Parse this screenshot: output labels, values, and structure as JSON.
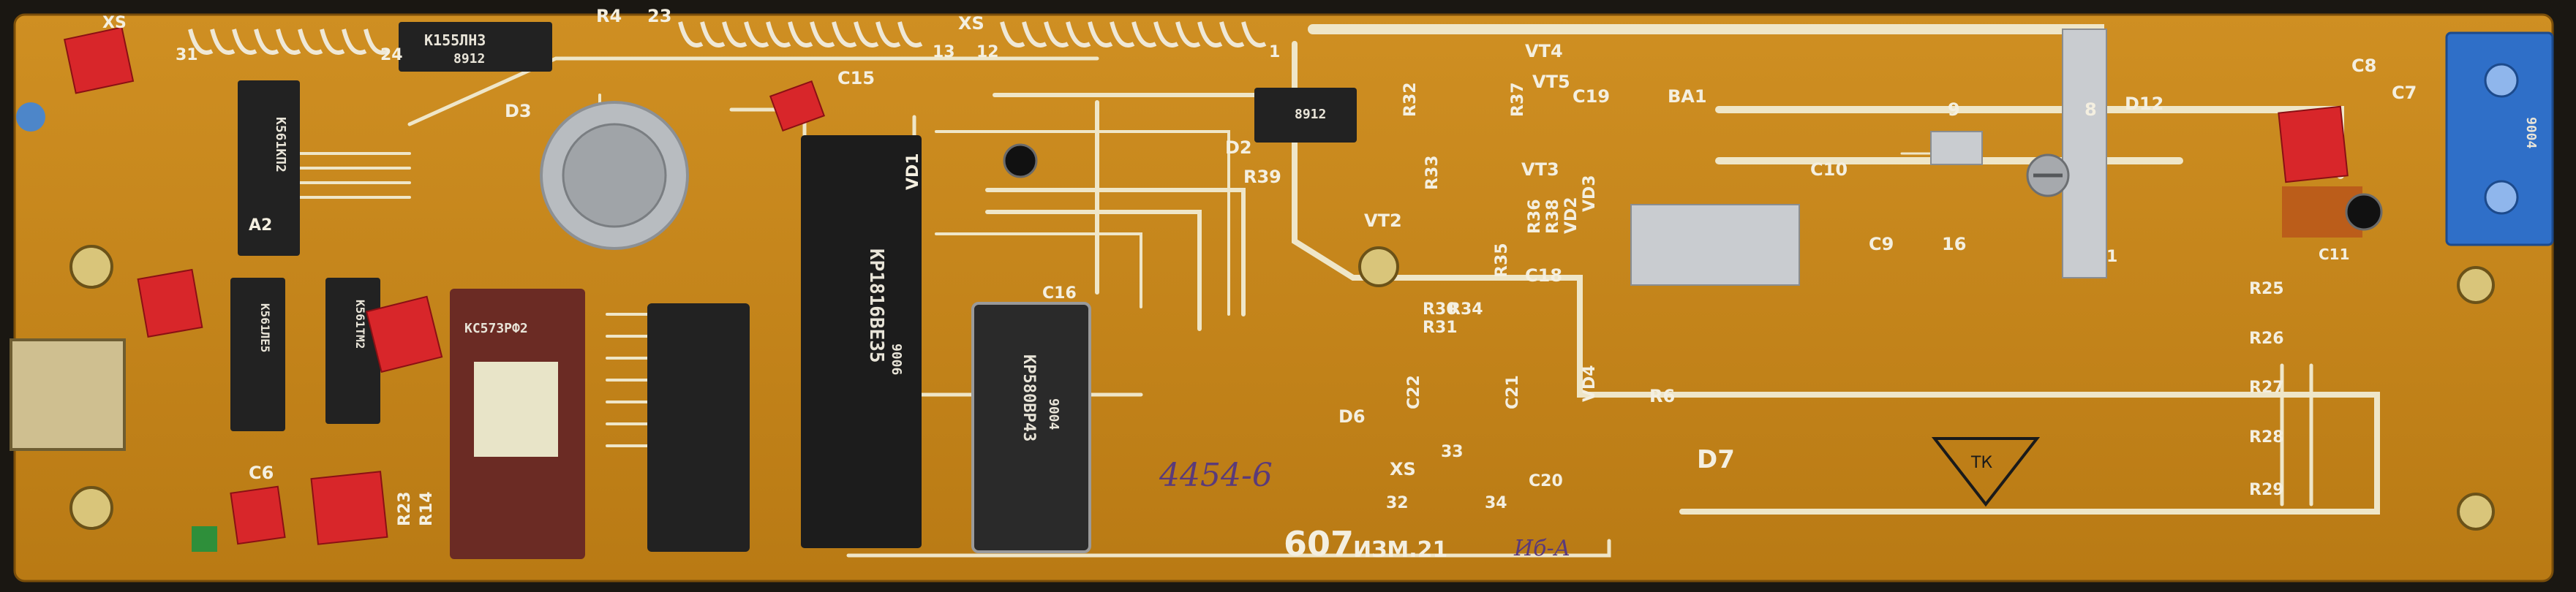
{
  "board": {
    "colors": {
      "pcb": "#c98a1c",
      "pcb_dark": "#a86d10",
      "trace": "#f2ecd8",
      "chip": "#222222",
      "capacitor_red": "#d8262a",
      "connector_blue": "#2f6fc8"
    },
    "labels": {
      "xs_top_left": "XS",
      "pin_31": "31",
      "pin_24": "24",
      "pin_23": "23",
      "r4": "R4",
      "xs_top_mid": "XS",
      "pin_13": "13",
      "pin_12": "12",
      "pin_1": "1",
      "c15": "C15",
      "d3": "D3",
      "a2": "A2",
      "d2": "D2",
      "r39": "R39",
      "r32": "R32",
      "r33": "R33",
      "r37": "R37",
      "vt4": "VT4",
      "vt5": "VT5",
      "c19": "C19",
      "ba1": "BA1",
      "vt3": "VT3",
      "r36": "R36",
      "r38": "R38",
      "vd2": "VD2",
      "vd3": "VD3",
      "vt2": "VT2",
      "r35": "R35",
      "c18": "C18",
      "c10": "C10",
      "c9": "C9",
      "label_9": "9",
      "label_8": "8",
      "label_16": "16",
      "label_1b": "1",
      "d12": "D12",
      "c7": "C7",
      "c8": "C8",
      "c11": "C11",
      "vd1": "VD1",
      "c16": "C16",
      "r30": "R30",
      "r31": "R31",
      "r34": "R34",
      "c22": "C22",
      "d6": "D6",
      "c21": "C21",
      "vd4": "VD4",
      "r6": "R6",
      "d7": "D7",
      "xs_bottom": "XS",
      "pin_33": "33",
      "pin_32": "32",
      "pin_34": "34",
      "c20": "C20",
      "r25": "R25",
      "r26": "R26",
      "r27": "R27",
      "r28": "R28",
      "r29": "R29",
      "c6": "C6",
      "r23": "R23",
      "r14": "R14",
      "board_number": "607",
      "revision": "ИЗМ.21"
    },
    "chips": {
      "d3_marking": "К155ЛН3",
      "d3_code": "8912",
      "a2_marking": "К561КП2",
      "d2_code": "8912",
      "big_chip_marking": "КР1816ВЕ35",
      "big_chip_code": "9006",
      "d6_marking": "КР580ВР43",
      "d6_code": "9004",
      "eprom_marking": "КС573РФ2",
      "small_chip_1": "К561ТМ2",
      "small_chip_2": "К561ЛЕ5",
      "connector_code": "9004"
    },
    "handwriting": {
      "note": "4454-6",
      "note_bottom": "Иб-А"
    },
    "stamp_label": "ТК"
  }
}
